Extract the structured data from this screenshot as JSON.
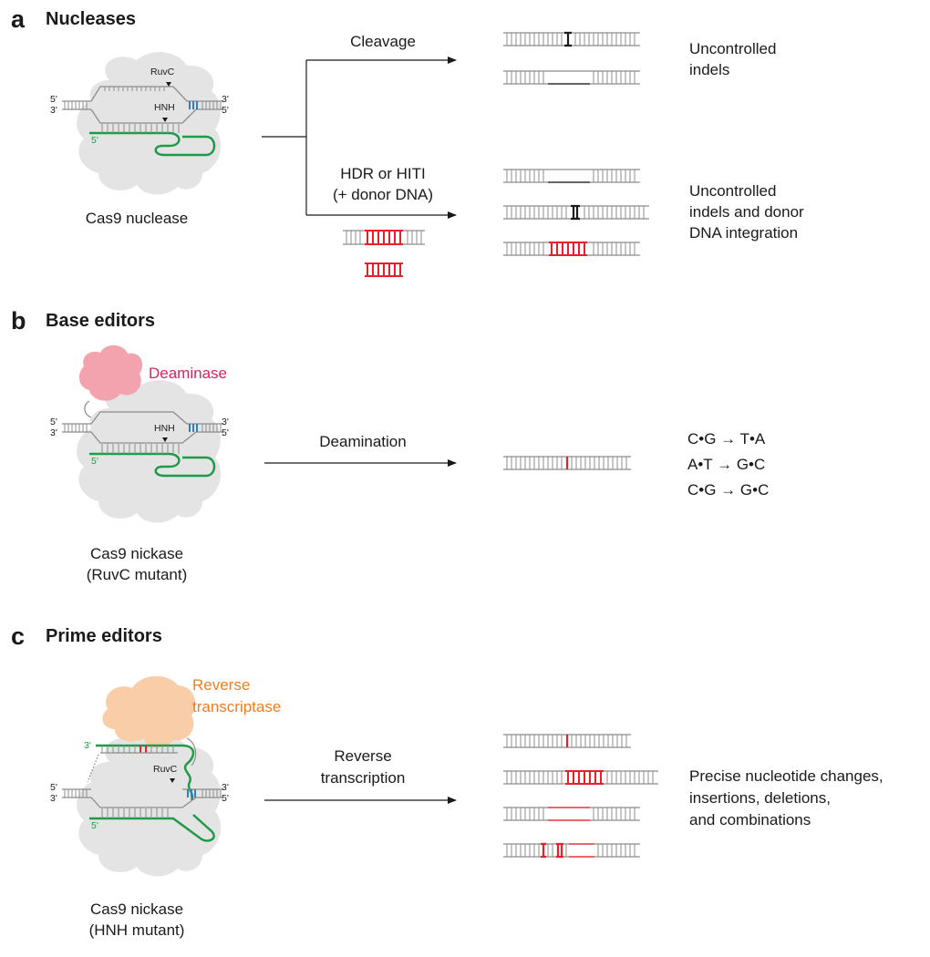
{
  "colors": {
    "dna": "#8c8c8c",
    "rna_green": "#1f9a48",
    "pam_blue": "#2f7fc1",
    "edit_red": "#e8202a",
    "protein_gray": "#e4e4e4",
    "deaminase_pink": "#f2a3ad",
    "deaminase_text": "#d6245e",
    "rt_orange": "#f9cda8",
    "rt_text": "#ef7d22"
  },
  "panels": {
    "a": {
      "letter": "a",
      "title": "Nucleases",
      "ends": {
        "left_top": "5'",
        "left_bottom": "3'",
        "right_top": "3'",
        "right_bottom": "5'",
        "guide": "5'"
      },
      "domains": {
        "ruvc": "RuvC",
        "hnh": "HNH"
      },
      "protein_label": "Cas9 nuclease",
      "branch_top_label": "Cleavage",
      "branch_bottom_label_1": "HDR or HITI",
      "branch_bottom_label_2": "(+ donor DNA)",
      "outcome_top_1": "Uncontrolled",
      "outcome_top_2": "indels",
      "outcome_bottom_1": "Uncontrolled",
      "outcome_bottom_2": "indels and donor",
      "outcome_bottom_3": "DNA integration"
    },
    "b": {
      "letter": "b",
      "title": "Base editors",
      "effector_label": "Deaminase",
      "ends": {
        "left_top": "5'",
        "left_bottom": "3'",
        "right_top": "3'",
        "right_bottom": "5'",
        "guide": "5'"
      },
      "domains": {
        "hnh": "HNH"
      },
      "protein_label_1": "Cas9 nickase",
      "protein_label_2": "(RuvC mutant)",
      "arrow_label": "Deamination",
      "outcomes": [
        "C•G → T•A",
        "A•T → G•C",
        "C•G → G•C"
      ]
    },
    "c": {
      "letter": "c",
      "title": "Prime editors",
      "effector_label_1": "Reverse",
      "effector_label_2": "transcriptase",
      "ends": {
        "rt_3": "3'",
        "left_top": "5'",
        "left_bottom": "3'",
        "right_top": "3'",
        "right_bottom": "5'",
        "guide": "5'"
      },
      "domains": {
        "ruvc": "RuvC"
      },
      "protein_label_1": "Cas9 nickase",
      "protein_label_2": "(HNH mutant)",
      "arrow_label_1": "Reverse",
      "arrow_label_2": "transcription",
      "outcome_1": "Precise nucleotide changes,",
      "outcome_2": "insertions, deletions,",
      "outcome_3": "and combinations"
    }
  }
}
